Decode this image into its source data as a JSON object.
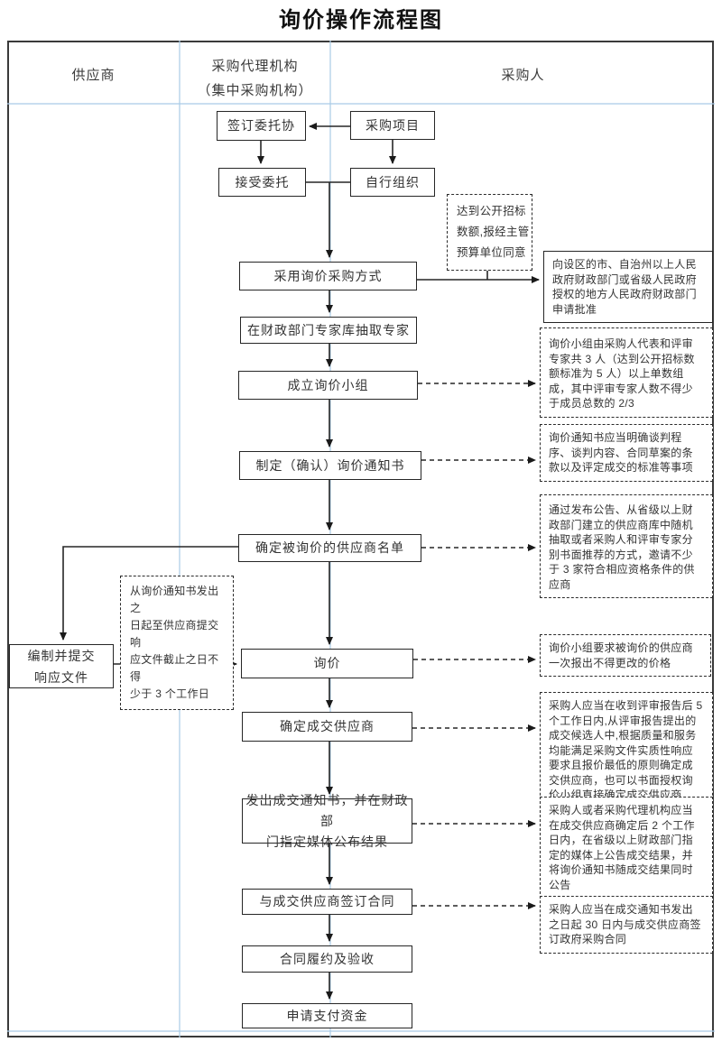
{
  "title": "询价操作流程图",
  "header": {
    "col1": "供应商",
    "col2": "采购代理机构\n（集中采购机构）",
    "col3": "采购人"
  },
  "nodes": {
    "sign": "签订委托协",
    "project": "采购项目",
    "accept": "接受委托",
    "self_organize": "自行组织",
    "mode": "采用询价采购方式",
    "expert": "在财政部门专家库抽取专家",
    "team": "成立询价小组",
    "notice": "制定（确认）询价通知书",
    "list": "确定被询价的供应商名单",
    "inquiry": "询价",
    "deal": "确定成交供应商",
    "announce": "发出成交通知书，并在财政部\n门指定媒体公布结果",
    "contract": "与成交供应商签订合同",
    "perform": "合同履约及验收",
    "pay": "申请支付资金",
    "prepare": "编制并提交\n响应文件",
    "approve": "向设区的市、自治州以上人民政府财政部门或省级人民政府授权的地方人民政府财政部门申请批准"
  },
  "annotations": {
    "threshold": "达到公开招标\n数额,报经主管\n预算单位同意",
    "team_rule": "询价小组由采购人代表和评审专家共 3 人（达到公开招标数额标准为 5 人）以上单数组成，其中评审专家人数不得少于成员总数的 2/3",
    "notice_rule": "询价通知书应当明确谈判程序、谈判内容、合同草案的条款以及评定成交的标准等事项",
    "invite_rule": "通过发布公告、从省级以上财政部门建立的供应商库中随机抽取或者采购人和评审专家分别书面推荐的方式，邀请不少于 3 家符合相应资格条件的供应商",
    "deadline_rule": "从询价通知书发出之\n日起至供应商提交响\n应文件截止之日不得\n少于 3 个工作日",
    "quote_rule": "询价小组要求被询价的供应商一次报出不得更改的价格",
    "award_rule": "采购人应当在收到评审报告后 5 个工作日内,从评审报告提出的成交候选人中,根据质量和服务均能满足采购文件实质性响应要求且报价最低的原则确定成交供应商，也可以书面授权询价小组直接确定成交供应商",
    "publish_rule": "采购人或者采购代理机构应当在成交供应商确定后 2 个工作日内，在省级以上财政部门指定的媒体上公告成交结果，并将询价通知书随成交结果同时公告",
    "sign_rule": "采购人应当在成交通知书发出之日起 30 日内与成交供应商签订政府采购合同"
  },
  "colors": {
    "line": "#2b2b2b",
    "separator": "#a9cbe6",
    "border": "#3a3a3a",
    "background": "#ffffff",
    "text": "#333333"
  }
}
